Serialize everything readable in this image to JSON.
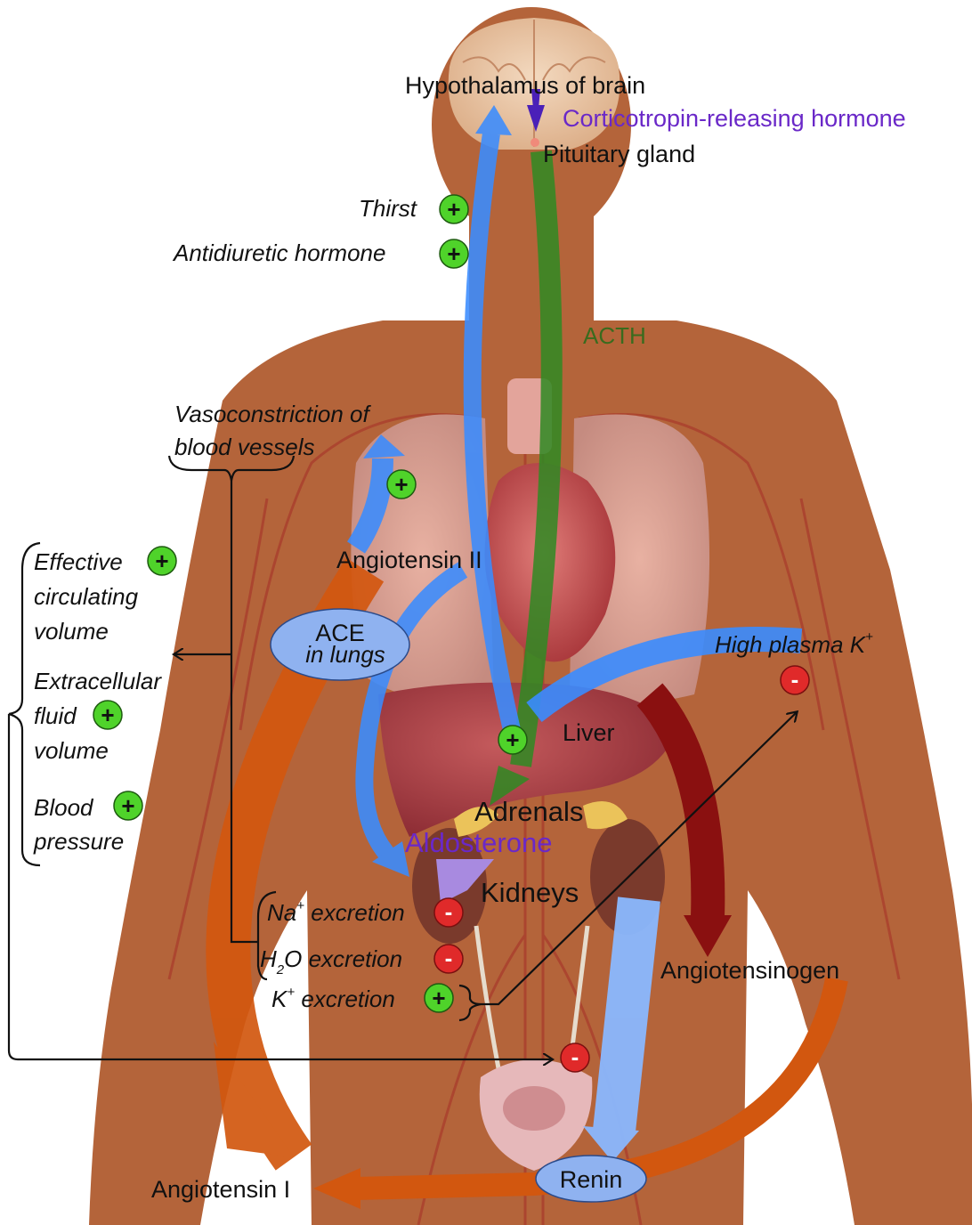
{
  "labels": {
    "hypothalamus": "Hypothalamus of brain",
    "crh": "Corticotropin-releasing hormone",
    "pituitary": "Pituitary gland",
    "thirst": "Thirst",
    "adh": "Antidiuretic hormone",
    "acth": "ACTH",
    "vaso_line1": "Vasoconstriction of",
    "vaso_line2": "blood vessels",
    "angiotensin2": "Angiotensin II",
    "ace_line1": "ACE",
    "ace_line2": "in lungs",
    "ecv_line1": "Effective",
    "ecv_line2": "circulating",
    "ecv_line3": "volume",
    "ecf_line1": "Extracellular",
    "ecf_line2": "fluid",
    "ecf_line3": "volume",
    "bp_line1": "Blood",
    "bp_line2": "pressure",
    "high_k_main": "High plasma K",
    "high_k_sup": "+",
    "liver": "Liver",
    "adrenals": "Adrenals",
    "aldosterone": "Aldosterone",
    "kidneys": "Kidneys",
    "na_main": "Na",
    "na_sup": "+",
    "na_rest": " excretion",
    "h2o_h": "H",
    "h2o_sub": "2",
    "h2o_rest": "O excretion",
    "k_main": "K",
    "k_sup": "+",
    "k_rest": " excretion",
    "angiotensinogen": "Angiotensinogen",
    "angiotensin1": "Angiotensin I",
    "renin": "Renin"
  },
  "symbols": {
    "plus": "+",
    "minus": "-"
  },
  "colors": {
    "skin": "#b4643a",
    "increase": "#4fd32a",
    "decrease": "#e02a2a",
    "blue_flow": "#3a8cff",
    "green_flow": "#2f8a23",
    "orange_flow": "#d2570f",
    "dark_red_flow": "#8a1010",
    "ellipse_fill": "#8fb2f0",
    "hormone_text": "#6a28c8",
    "acth_text": "#3a6b1e"
  }
}
